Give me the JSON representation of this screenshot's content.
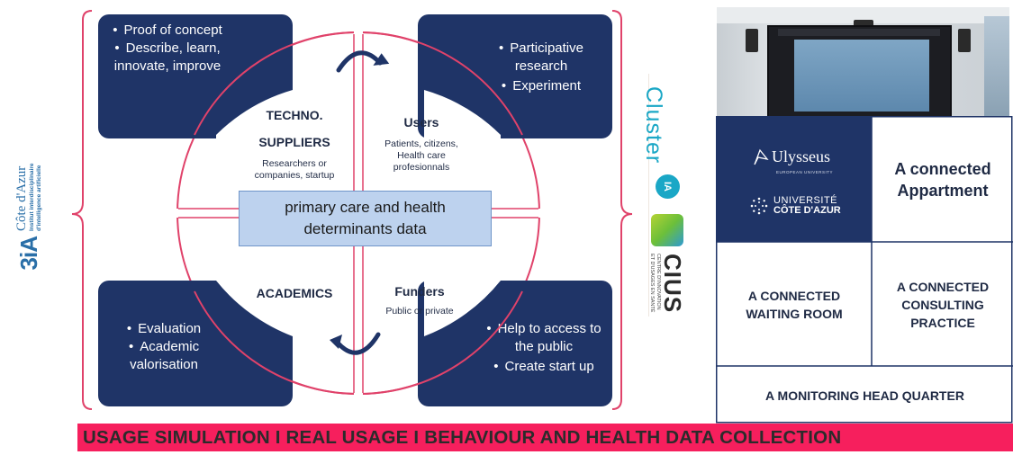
{
  "logo_left": {
    "mark": "3iA",
    "place": "Côte d'Azur",
    "line1": "Institut interdisciplinaire",
    "line2": "d'intelligence artificielle"
  },
  "corner_boxes": {
    "top_left": [
      "Proof of concept",
      "Describe, learn, innovate, improve"
    ],
    "top_right": [
      "Participative research",
      "Experiment"
    ],
    "bottom_left": [
      "Evaluation",
      "Academic valorisation"
    ],
    "bottom_right": [
      "Help to access to the public",
      "Create start up"
    ]
  },
  "quadrants": {
    "techno": {
      "title_line1": "TECHNO.",
      "title_line2": "SUPPLIERS",
      "sub_line1": "Researchers or",
      "sub_line2": "companies, startup"
    },
    "users": {
      "title": "Users",
      "sub_line1": "Patients, citizens,",
      "sub_line2": "Health care",
      "sub_line3": "profesionnals"
    },
    "academics": {
      "title": "ACADEMICS"
    },
    "funders": {
      "title": "Funders",
      "sub": "Public or private"
    }
  },
  "center": {
    "line1": "primary care and health",
    "line2": "determinants data"
  },
  "logos_middle": {
    "cluster_word": "Cluster",
    "cluster_ia": "IA",
    "cius": "CIUS",
    "cius_sub1": "CENTRE D'INNOVATION",
    "cius_sub2": "ET D'USAGES EN SANTÉ"
  },
  "grid": {
    "ulysseus": "Ulysseus",
    "ulysseus_sub": "EUROPEAN UNIVERSITY",
    "universite_l1": "UNIVERSITÉ",
    "universite_l2": "CÔTE D'AZUR",
    "apartment_l1": "A connected",
    "apartment_l2": "Appartment",
    "waiting_l1": "A CONNECTED",
    "waiting_l2": "WAITING ROOM",
    "consulting_l1": "A CONNECTED",
    "consulting_l2": "CONSULTING",
    "consulting_l3": "PRACTICE",
    "hq": "A MONITORING HEAD QUARTER"
  },
  "banner": "USAGE SIMULATION I REAL USAGE I BEHAVIOUR AND HEALTH DATA COLLECTION",
  "colors": {
    "navy": "#1f3467",
    "pink": "#e0426a",
    "banner": "#f61f5d",
    "center_fill": "#bdd2ee",
    "cyan": "#1aa7c6"
  }
}
